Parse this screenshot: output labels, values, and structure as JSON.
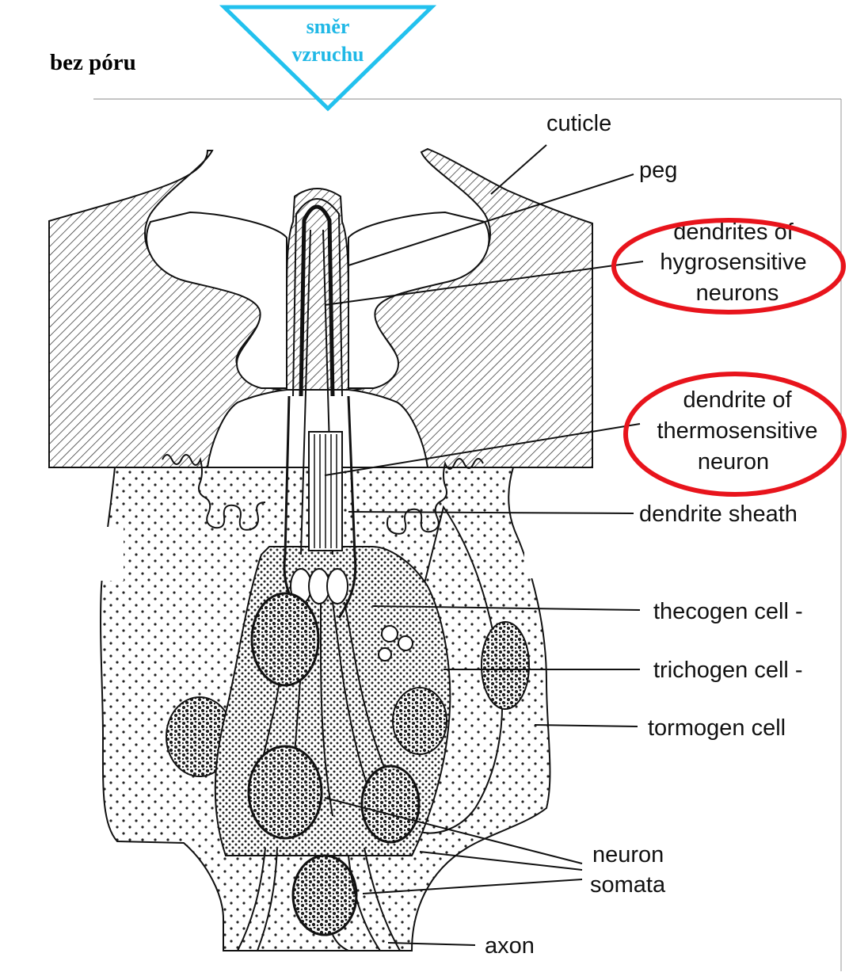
{
  "heading": {
    "text": "bez póru"
  },
  "direction_marker": {
    "line1": "směr",
    "line2": "vzruchu",
    "color": "#22c1ee"
  },
  "highlight_color": "#e8141c",
  "labels": {
    "cuticle": "cuticle",
    "peg": "peg",
    "hygro_1": "dendrites of",
    "hygro_2": "hygrosensitive",
    "hygro_3": "neurons",
    "thermo_1": "dendrite of",
    "thermo_2": "thermosensitive",
    "thermo_3": "neuron",
    "dendrite_sheath": "dendrite sheath",
    "thecogen": "thecogen cell -",
    "trichogen": "trichogen cell -",
    "tormogen": "tormogen cell",
    "somata_1": "neuron",
    "somata_2": "somata",
    "axon": "axon"
  }
}
